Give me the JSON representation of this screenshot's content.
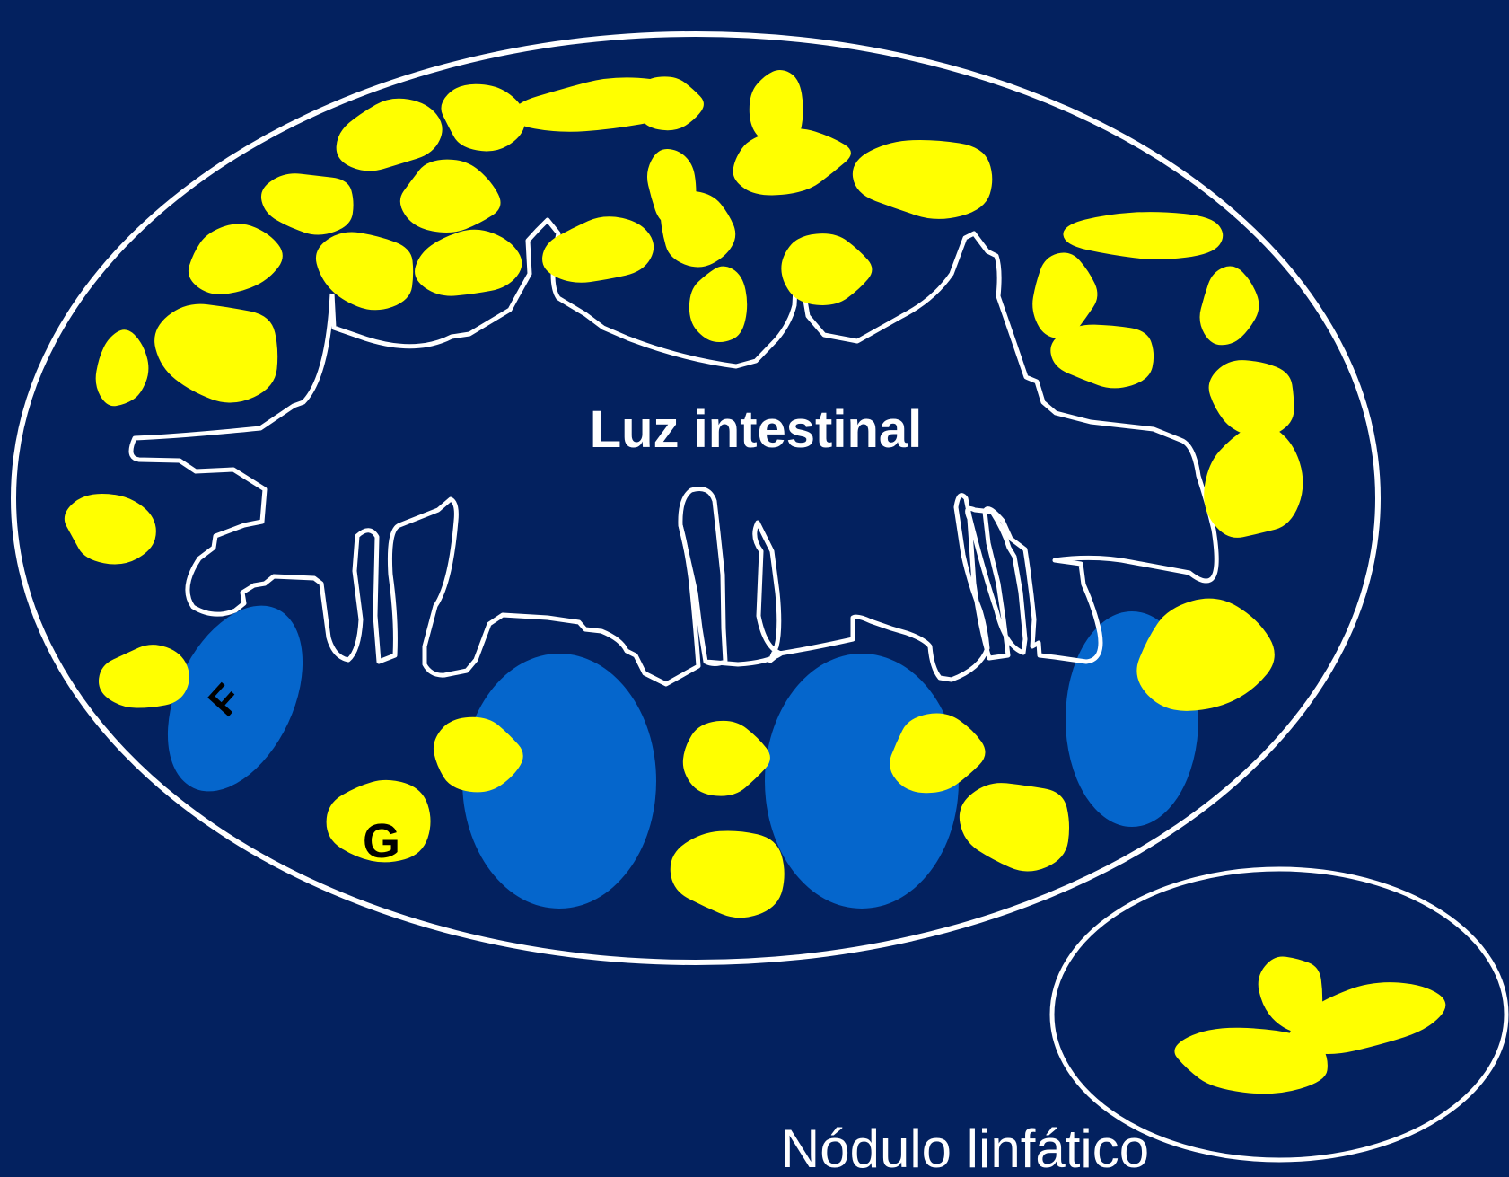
{
  "colors": {
    "background": "#03215f",
    "outline": "#ffffff",
    "lymphoid_follicle": "#0566cc",
    "yellow_cells": "#ffff00",
    "letter_text": "#000000"
  },
  "labels": {
    "lumen": "Luz intestinal",
    "lymph_node": "Nódulo linfático",
    "letter_f": "F",
    "letter_g": "G"
  }
}
